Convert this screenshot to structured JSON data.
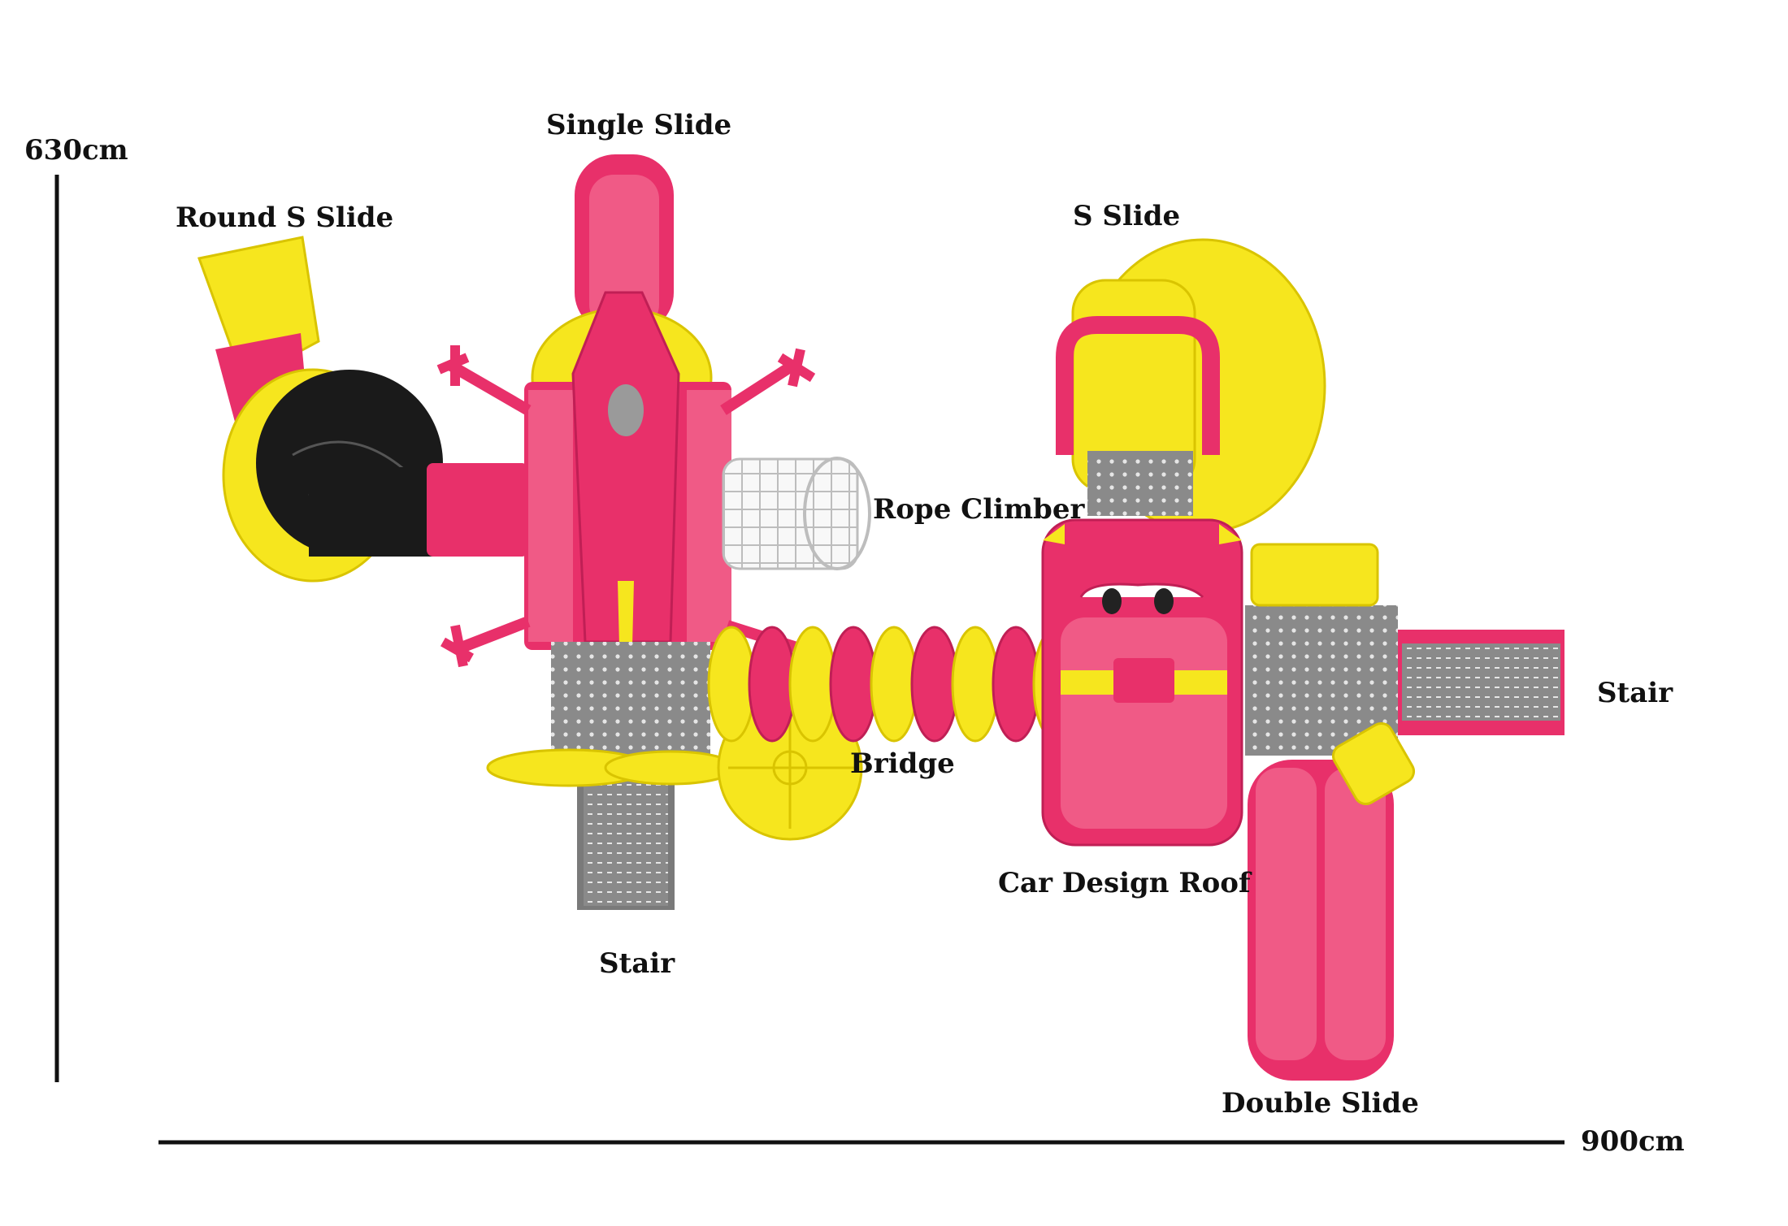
{
  "dimensions": {
    "height_label": "630cm",
    "width_label": "900cm"
  },
  "components": {
    "single_slide": "Single Slide",
    "round_s_slide": "Round S Slide",
    "s_slide": "S Slide",
    "rope_climber": "Rope Climber",
    "stair_right": "Stair",
    "bridge": "Bridge",
    "car_design_roof": "Car Design Roof",
    "stair_bottom": "Stair",
    "double_slide": "Double Slide"
  },
  "colors": {
    "pink": "#e8306a",
    "pink_dark": "#c01f55",
    "yellow": "#f6e61e",
    "yellow_dark": "#d9c400",
    "deck_gray": "#8c8c8c",
    "deck_dark": "#6a6a6a",
    "tube_black": "#1a1a1a",
    "net_gray": "#cfcfcf",
    "ink": "#111111"
  }
}
